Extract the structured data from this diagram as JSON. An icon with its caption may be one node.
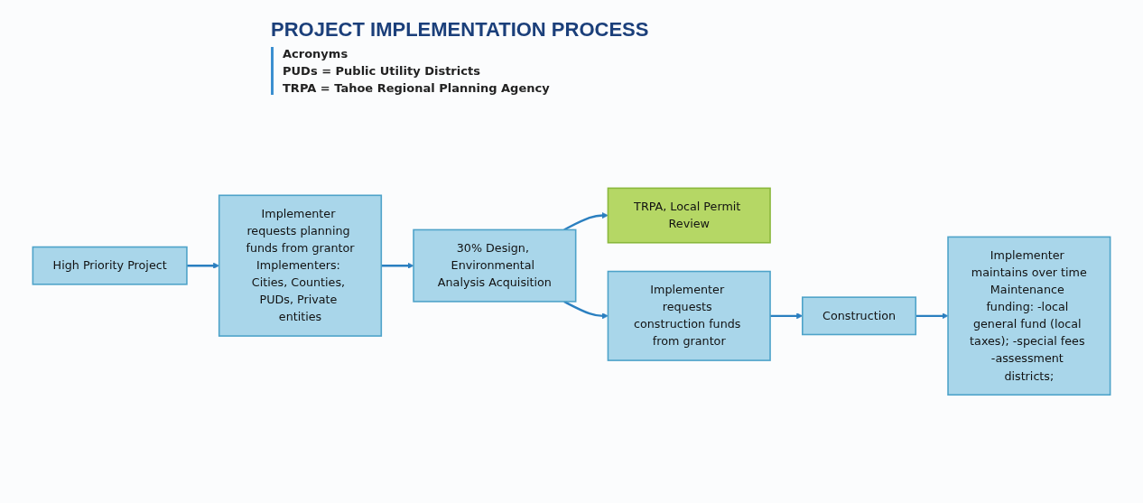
{
  "diagram": {
    "title": "PROJECT IMPLEMENTATION PROCESS",
    "nodes": [
      {
        "text": [
          "High Priority Project"
        ]
      },
      {
        "text": [
          "Implementer requests planning funds from grantor",
          "Implementers: Cities, Counties, PUDs, Private entities"
        ]
      },
      {
        "text": [
          "30% Design, Environmental Analysis Acquisition"
        ]
      },
      {
        "text": [
          "TRPA, Local Permit Review"
        ]
      },
      {
        "text": [
          "Implementer requests construction funds from grantor"
        ]
      },
      {
        "text": [
          "Construction"
        ]
      },
      {
        "text": [
          "Implementer maintains over time",
          "Maintenance funding: -local general fund (local taxes); -special fees -assessment districts;"
        ]
      }
    ],
    "edges": [
      {
        "from": 0,
        "to": 1,
        "arrow": "to"
      },
      {
        "from": 1,
        "to": 2,
        "arrow": "to"
      },
      {
        "from": 2,
        "to": 3,
        "arrow": "to"
      },
      {
        "from": 2,
        "to": 4,
        "arrow": "to"
      },
      {
        "from": 4,
        "to": 5,
        "arrow": "to"
      },
      {
        "from": 5,
        "to": 6,
        "arrow": "to"
      }
    ],
    "labels": [
      "Acronyms",
      "PUDs = Public Utility Districts",
      "TRPA = Tahoe Regional Planning Agency"
    ]
  }
}
